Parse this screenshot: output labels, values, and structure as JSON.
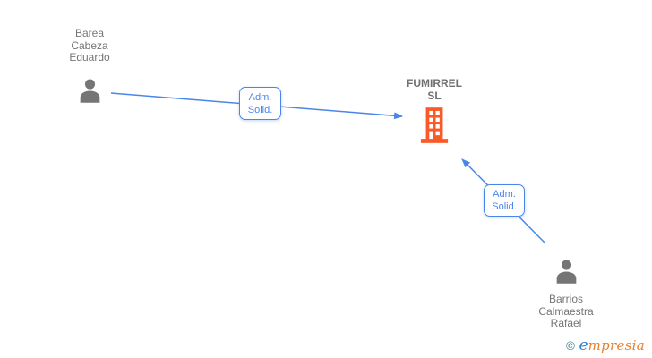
{
  "diagram": {
    "nodes": {
      "person1": {
        "type": "person",
        "line1": "Barea",
        "line2": "Cabeza",
        "line3": "Eduardo"
      },
      "company": {
        "type": "company",
        "line1": "FUMIRREL",
        "line2": "SL"
      },
      "person2": {
        "type": "person",
        "line1": "Barrios",
        "line2": "Calmaestra",
        "line3": "Rafael"
      }
    },
    "edges": {
      "edge1": {
        "from": "person1",
        "to": "company",
        "label_line1": "Adm.",
        "label_line2": "Solid."
      },
      "edge2": {
        "from": "person2",
        "to": "company",
        "label_line1": "Adm.",
        "label_line2": "Solid."
      }
    }
  },
  "watermark": {
    "copyright_symbol": "©",
    "brand_initial": "e",
    "brand_rest": "mpresia"
  },
  "colors": {
    "edge_blue": "#4A86E8",
    "building_orange": "#FB5A28",
    "person_gray": "#757575",
    "label_gray": "#757575",
    "watermark_teal": "#44808F",
    "watermark_blue": "#2E7FD6",
    "watermark_orange": "#E8802C"
  }
}
